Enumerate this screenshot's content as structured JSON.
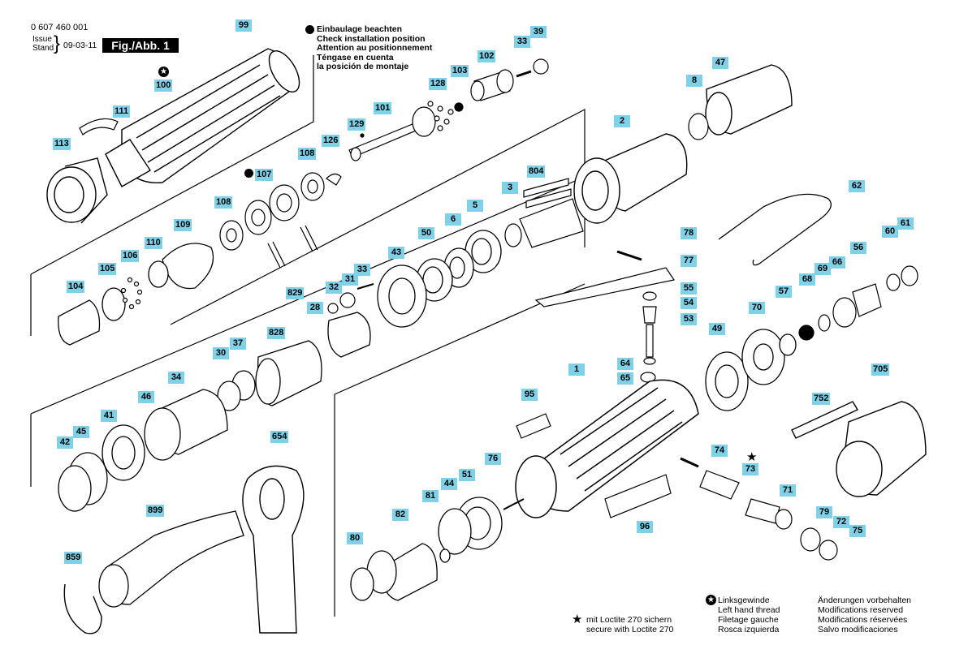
{
  "header": {
    "part_number": "0 607 460 001",
    "issue_label": "Issue",
    "stand_label": "Stand",
    "brace": "}",
    "date": "09-03-11",
    "figure_label": "Fig./Abb. 1"
  },
  "installation_note": {
    "lines": [
      "Einbaulage beachten",
      "Check installation position",
      "Attention au positionnement",
      "Téngase en cuenta",
      "la posición de montaje"
    ]
  },
  "footer": {
    "loctite_lines": [
      "mit Loctite 270 sichern",
      "secure with Loctite 270"
    ],
    "left_thread_lines": [
      "Linksgewinde",
      "Left hand thread",
      "Filetage gauche",
      "Rosca izquierda"
    ],
    "modifications_lines": [
      "Änderungen vorbehalten",
      "Modifications reserved",
      "Modifications réservées",
      "Salvo modificaciones"
    ]
  },
  "colors": {
    "label_bg": "#7fd1e8",
    "ink": "#000000"
  },
  "part_labels": [
    "99",
    "100",
    "111",
    "113",
    "101",
    "129",
    "128",
    "103",
    "102",
    "33",
    "39",
    "47",
    "8",
    "2",
    "126",
    "108",
    "107",
    "804",
    "62",
    "108",
    "109",
    "110",
    "106",
    "105",
    "104",
    "3",
    "5",
    "6",
    "50",
    "43",
    "78",
    "77",
    "55",
    "54",
    "53",
    "61",
    "60",
    "56",
    "66",
    "69",
    "68",
    "57",
    "70",
    "49",
    "829",
    "32",
    "31",
    "33",
    "28",
    "828",
    "37",
    "30",
    "34",
    "46",
    "41",
    "45",
    "42",
    "95",
    "1",
    "64",
    "65",
    "705",
    "752",
    "74",
    "73",
    "71",
    "79",
    "72",
    "75",
    "654",
    "899",
    "859",
    "76",
    "51",
    "44",
    "81",
    "82",
    "80",
    "96"
  ]
}
